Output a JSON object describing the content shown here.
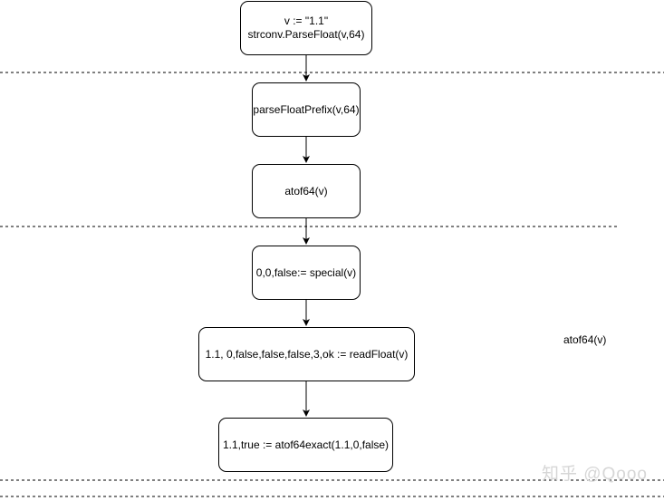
{
  "nodes": {
    "parse_call": {
      "line1": "v := \"1.1\"",
      "line2": "strconv.ParseFloat(v,64)"
    },
    "parse_float_prefix": "parseFloatPrefix(v,64)",
    "atof64": "atof64(v)",
    "special": "0,0,false:= special(v)",
    "read_float": "1.1, 0,false,false,false,3,ok := readFloat(v)",
    "atof64_exact": "1.1,true := atof64exact(1.1,0,false)"
  },
  "side_label": "atof64(v)",
  "watermark": "知乎 @Qooo",
  "colors": {
    "stroke": "#000000",
    "watermark": "#d6d6d6"
  }
}
